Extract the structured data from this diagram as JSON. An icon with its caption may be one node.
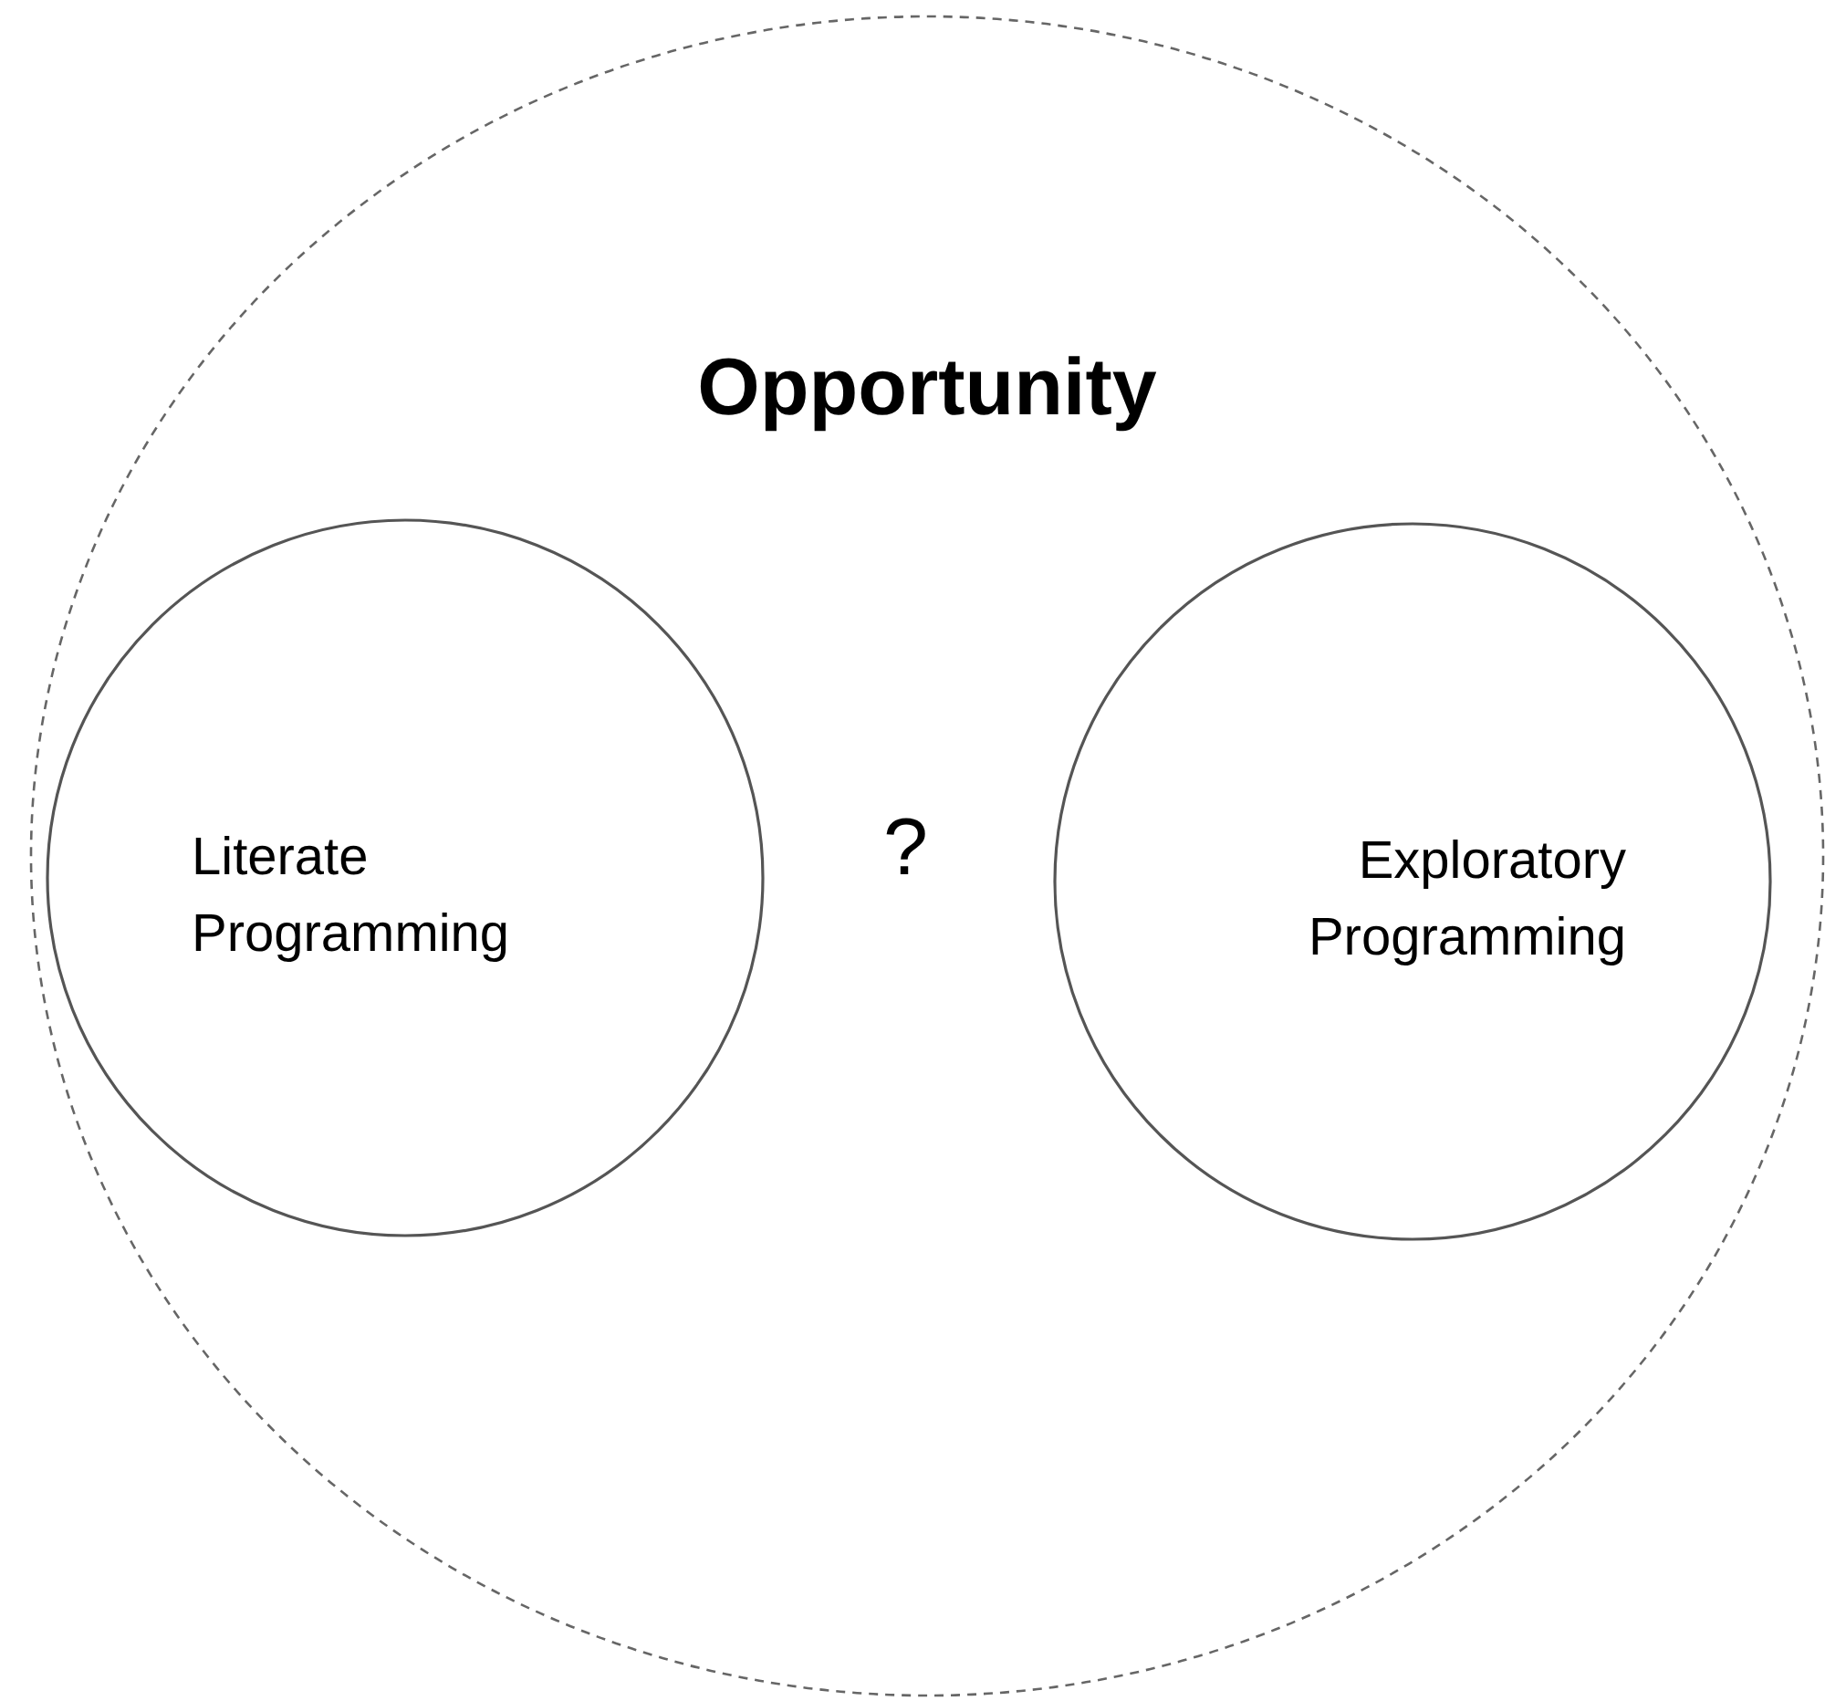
{
  "diagram": {
    "nodes": [
      {
        "text": [
          "Opportunity"
        ]
      },
      {
        "text": [
          "Literate Programming"
        ],
        "in": 0
      },
      {
        "text": [
          "Exploratory Programming"
        ],
        "in": 0
      }
    ],
    "labels": [
      "?"
    ]
  }
}
